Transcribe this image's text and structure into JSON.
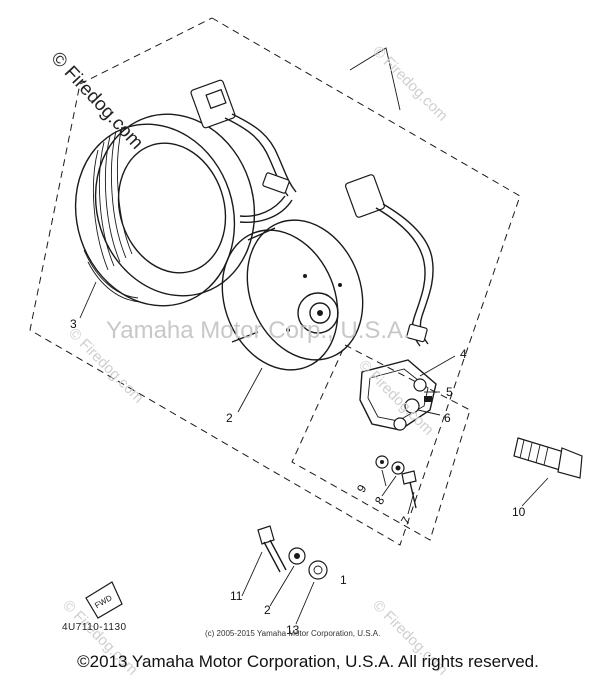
{
  "watermark": {
    "main_copyright": "© Firedog.com",
    "center_text": "Yamaha Motor Corp., U.S.A.",
    "repeat_text": "© Firedog.com"
  },
  "callouts": {
    "c1": "1",
    "c2a": "2",
    "c2b": "2",
    "c3": "3",
    "c4": "4",
    "c5": "5",
    "c6": "6",
    "c7": "7",
    "c8": "8",
    "c9": "9",
    "c10": "10",
    "c11": "11",
    "c13": "13"
  },
  "fwd_label": "FWD",
  "part_number": "4U7110-1130",
  "sub_copyright": "(c) 2005-2015 Yamaha Motor Corporation, U.S.A.",
  "footer_copyright": "©2013 Yamaha Motor Corporation, U.S.A. All rights reserved."
}
